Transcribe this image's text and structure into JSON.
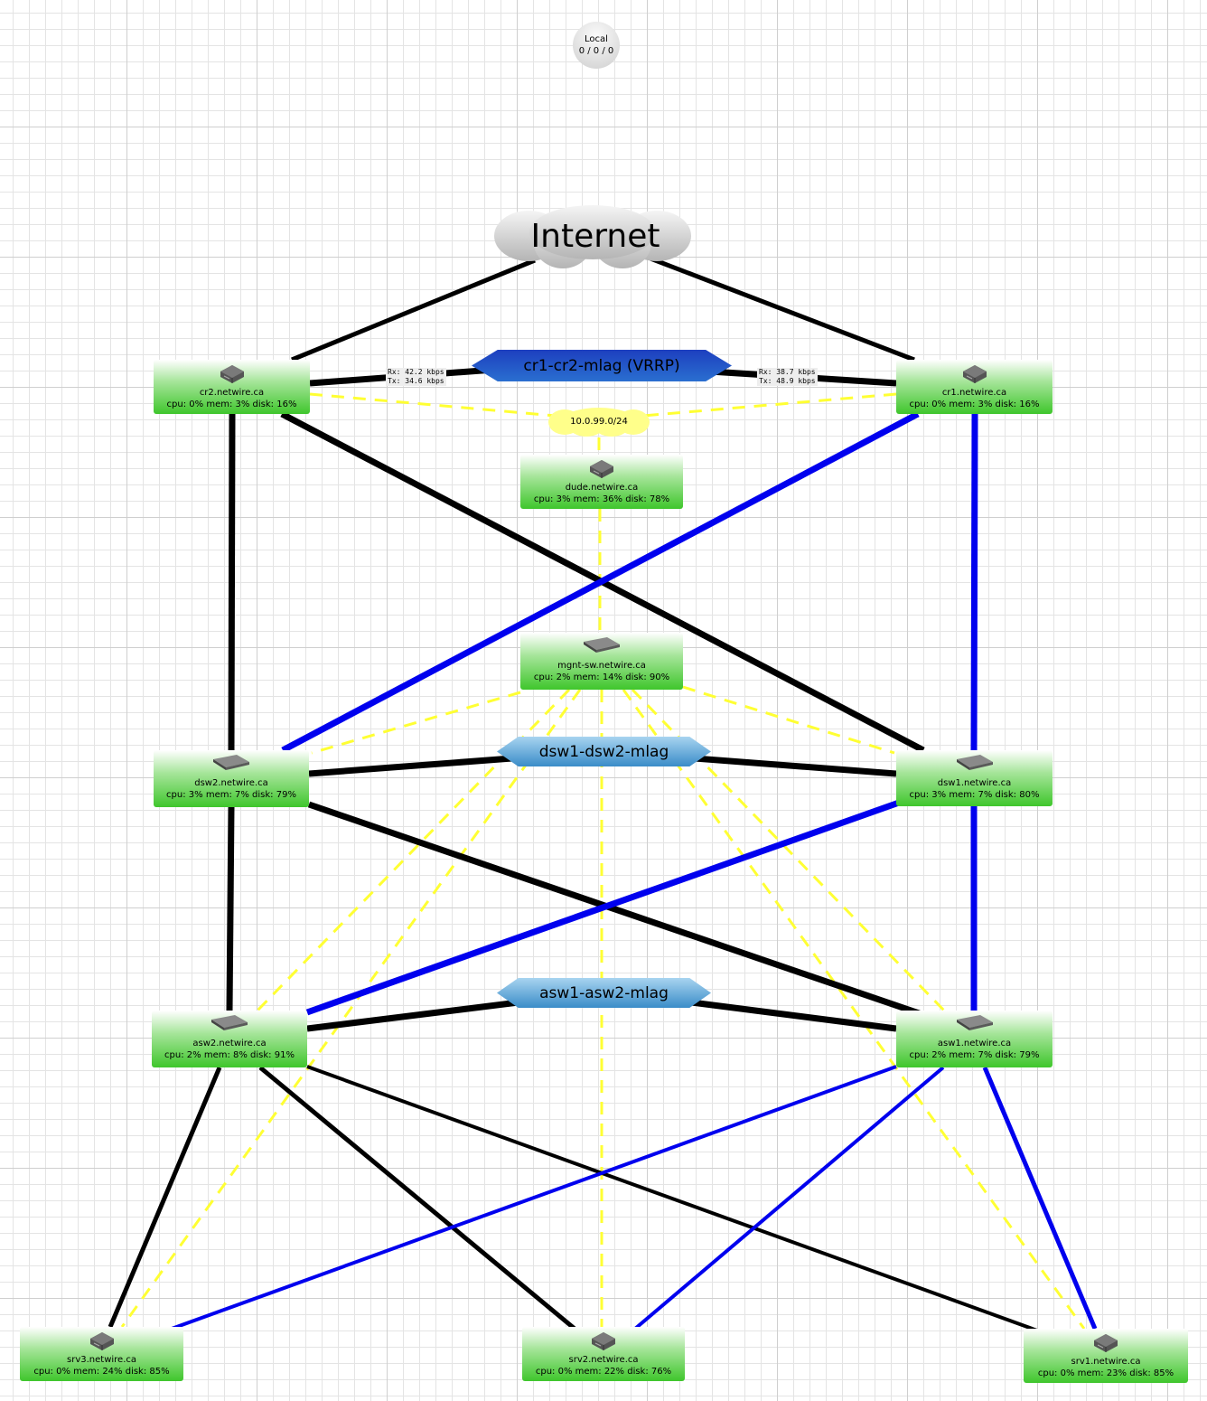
{
  "colors": {
    "black_link": "#000000",
    "blue_link": "#0000ee",
    "mgmt_link": "#ffff33",
    "node_green": "#3fc62c"
  },
  "local": {
    "label": "Local",
    "stats": "0 / 0 / 0"
  },
  "internet": {
    "label": "Internet"
  },
  "subnet": {
    "label": "10.0.99.0/24"
  },
  "mlags": {
    "core": {
      "label": "cr1-cr2-mlag (VRRP)"
    },
    "dist": {
      "label": "dsw1-dsw2-mlag"
    },
    "access": {
      "label": "asw1-asw2-mlag"
    }
  },
  "traffic": {
    "cr2": {
      "rx": "Rx: 42.2 kbps",
      "tx": "Tx: 34.6 kbps"
    },
    "cr1": {
      "rx": "Rx: 38.7 kbps",
      "tx": "Tx: 48.9 kbps"
    }
  },
  "nodes": {
    "cr2": {
      "name": "cr2.netwire.ca",
      "stats": "cpu: 0% mem: 3% disk: 16%",
      "icon": "router"
    },
    "cr1": {
      "name": "cr1.netwire.ca",
      "stats": "cpu: 0% mem: 3% disk: 16%",
      "icon": "router"
    },
    "dude": {
      "name": "dude.netwire.ca",
      "stats": "cpu: 3% mem: 36% disk: 78%",
      "icon": "router"
    },
    "mgnt": {
      "name": "mgnt-sw.netwire.ca",
      "stats": "cpu: 2% mem: 14% disk: 90%",
      "icon": "switch"
    },
    "dsw2": {
      "name": "dsw2.netwire.ca",
      "stats": "cpu: 3% mem: 7% disk: 79%",
      "icon": "switch"
    },
    "dsw1": {
      "name": "dsw1.netwire.ca",
      "stats": "cpu: 3% mem: 7% disk: 80%",
      "icon": "switch"
    },
    "asw2": {
      "name": "asw2.netwire.ca",
      "stats": "cpu: 2% mem: 8% disk: 91%",
      "icon": "switch"
    },
    "asw1": {
      "name": "asw1.netwire.ca",
      "stats": "cpu: 2% mem: 7% disk: 79%",
      "icon": "switch"
    },
    "srv3": {
      "name": "srv3.netwire.ca",
      "stats": "cpu: 0% mem: 24% disk: 85%",
      "icon": "router"
    },
    "srv2": {
      "name": "srv2.netwire.ca",
      "stats": "cpu: 0% mem: 22% disk: 76%",
      "icon": "router"
    },
    "srv1": {
      "name": "srv1.netwire.ca",
      "stats": "cpu: 0% mem: 23% disk: 85%",
      "icon": "router"
    }
  },
  "links": [
    {
      "from": "internet",
      "to": "cr2",
      "type": "black"
    },
    {
      "from": "internet",
      "to": "cr1",
      "type": "black"
    },
    {
      "from": "cr2",
      "to": "core-mlag",
      "type": "black"
    },
    {
      "from": "core-mlag",
      "to": "cr1",
      "type": "black"
    },
    {
      "from": "cr2",
      "to": "dsw2",
      "type": "black"
    },
    {
      "from": "cr2",
      "to": "dsw1",
      "type": "black"
    },
    {
      "from": "cr1",
      "to": "dsw2",
      "type": "blue"
    },
    {
      "from": "cr1",
      "to": "dsw1",
      "type": "blue"
    },
    {
      "from": "dsw2",
      "to": "dist-mlag",
      "type": "black"
    },
    {
      "from": "dist-mlag",
      "to": "dsw1",
      "type": "black"
    },
    {
      "from": "dsw2",
      "to": "asw2",
      "type": "black"
    },
    {
      "from": "dsw2",
      "to": "asw1",
      "type": "black"
    },
    {
      "from": "dsw1",
      "to": "asw2",
      "type": "blue"
    },
    {
      "from": "dsw1",
      "to": "asw1",
      "type": "blue"
    },
    {
      "from": "asw2",
      "to": "access-mlag",
      "type": "black"
    },
    {
      "from": "access-mlag",
      "to": "asw1",
      "type": "black"
    },
    {
      "from": "asw2",
      "to": "srv3",
      "type": "black"
    },
    {
      "from": "asw2",
      "to": "srv2",
      "type": "black"
    },
    {
      "from": "asw2",
      "to": "srv1",
      "type": "black"
    },
    {
      "from": "asw1",
      "to": "srv3",
      "type": "blue"
    },
    {
      "from": "asw1",
      "to": "srv2",
      "type": "blue"
    },
    {
      "from": "asw1",
      "to": "srv1",
      "type": "blue"
    },
    {
      "from": "cr2",
      "to": "subnet",
      "type": "mgmt"
    },
    {
      "from": "cr1",
      "to": "subnet",
      "type": "mgmt"
    },
    {
      "from": "subnet",
      "to": "dude",
      "type": "mgmt"
    },
    {
      "from": "dude",
      "to": "mgnt",
      "type": "mgmt"
    },
    {
      "from": "mgnt",
      "to": "dsw2",
      "type": "mgmt"
    },
    {
      "from": "mgnt",
      "to": "dsw1",
      "type": "mgmt"
    },
    {
      "from": "mgnt",
      "to": "asw2",
      "type": "mgmt"
    },
    {
      "from": "mgnt",
      "to": "asw1",
      "type": "mgmt"
    },
    {
      "from": "mgnt",
      "to": "srv3",
      "type": "mgmt"
    },
    {
      "from": "mgnt",
      "to": "srv2",
      "type": "mgmt"
    },
    {
      "from": "mgnt",
      "to": "srv1",
      "type": "mgmt"
    }
  ]
}
